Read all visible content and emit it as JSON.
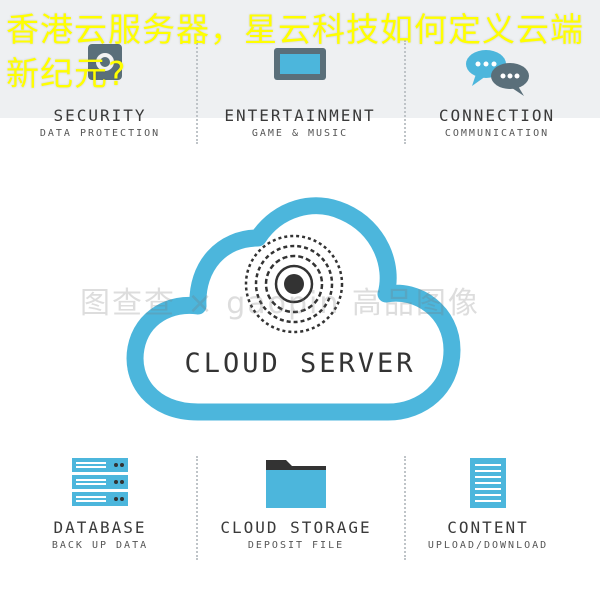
{
  "overlay": {
    "title": "香港云服务器，星云科技如何定义云端新纪元?"
  },
  "top_features": [
    {
      "title": "SECURITY",
      "subtitle": "DATA PROTECTION"
    },
    {
      "title": "ENTERTAINMENT",
      "subtitle": "GAME & MUSIC"
    },
    {
      "title": "CONNECTION",
      "subtitle": "COMMUNICATION"
    }
  ],
  "center": {
    "label": "CLOUD SERVER"
  },
  "watermark": {
    "text": "图查查 × gaopin 高品图像"
  },
  "bottom_features": [
    {
      "title": "DATABASE",
      "subtitle": "BACK UP DATA",
      "icon": "server-rack-icon"
    },
    {
      "title": "CLOUD STORAGE",
      "subtitle": "DEPOSIT FILE",
      "icon": "folder-icon"
    },
    {
      "title": "CONTENT",
      "subtitle": "UPLOAD/DOWNLOAD",
      "icon": "document-icon"
    }
  ],
  "colors": {
    "accent": "#4cb6dc",
    "dark": "#333333",
    "overlay_text": "#ffff00"
  }
}
